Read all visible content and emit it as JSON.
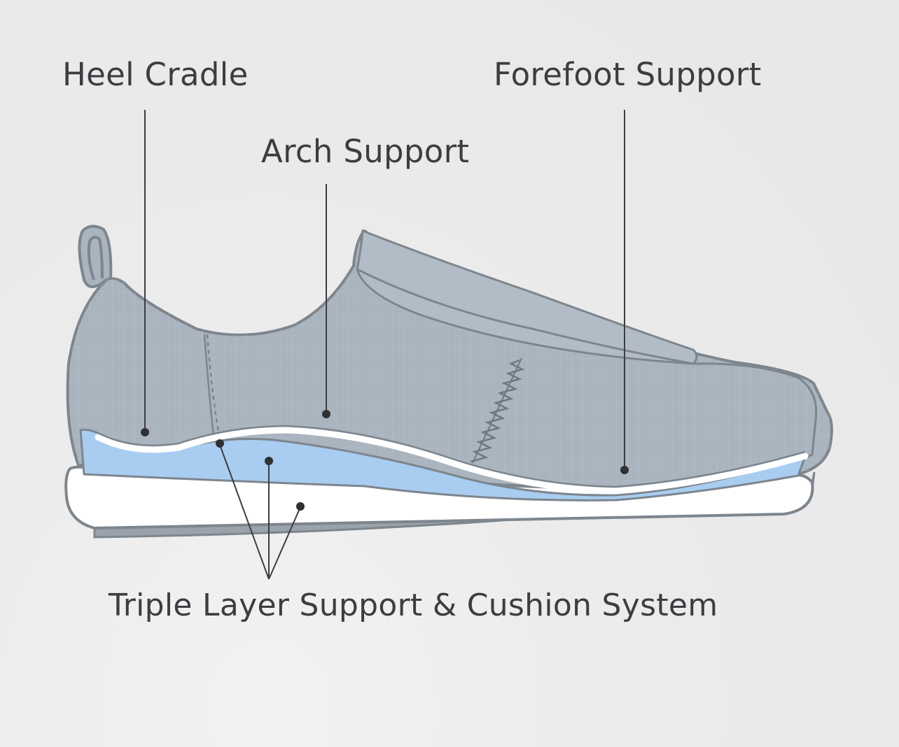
{
  "labels": {
    "heel_cradle": "Heel Cradle",
    "forefoot_support": "Forefoot Support",
    "arch_support": "Arch Support",
    "triple_layer": "Triple Layer Support & Cushion System"
  },
  "colors": {
    "background": "#ebebeb",
    "upper_fill": "#a9b4bf",
    "outline": "#7d858d",
    "insole_blue": "#a8cdf1",
    "sole_white": "#ffffff",
    "outsole_gray": "#9aa3ab",
    "text": "#3b3d41"
  }
}
